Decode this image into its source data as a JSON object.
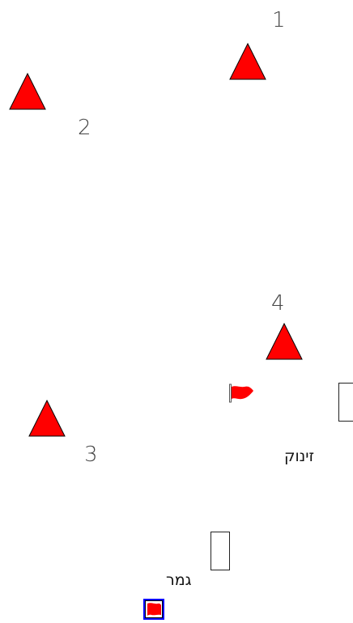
{
  "checkpoints": [
    {
      "id": "1",
      "label": "1"
    },
    {
      "id": "2",
      "label": "2"
    },
    {
      "id": "3",
      "label": "3"
    },
    {
      "id": "4",
      "label": "4"
    }
  ],
  "start": {
    "label": "זינוק"
  },
  "finish": {
    "label": "גמר"
  },
  "icons": {
    "checkpoint": "triangle-icon",
    "start_flag": "flag-icon",
    "finish_flag": "flag-icon"
  },
  "colors": {
    "marker_fill": "#ff0000",
    "marker_stroke": "#000000",
    "finish_frame": "#0000ff",
    "text": "#444444"
  }
}
